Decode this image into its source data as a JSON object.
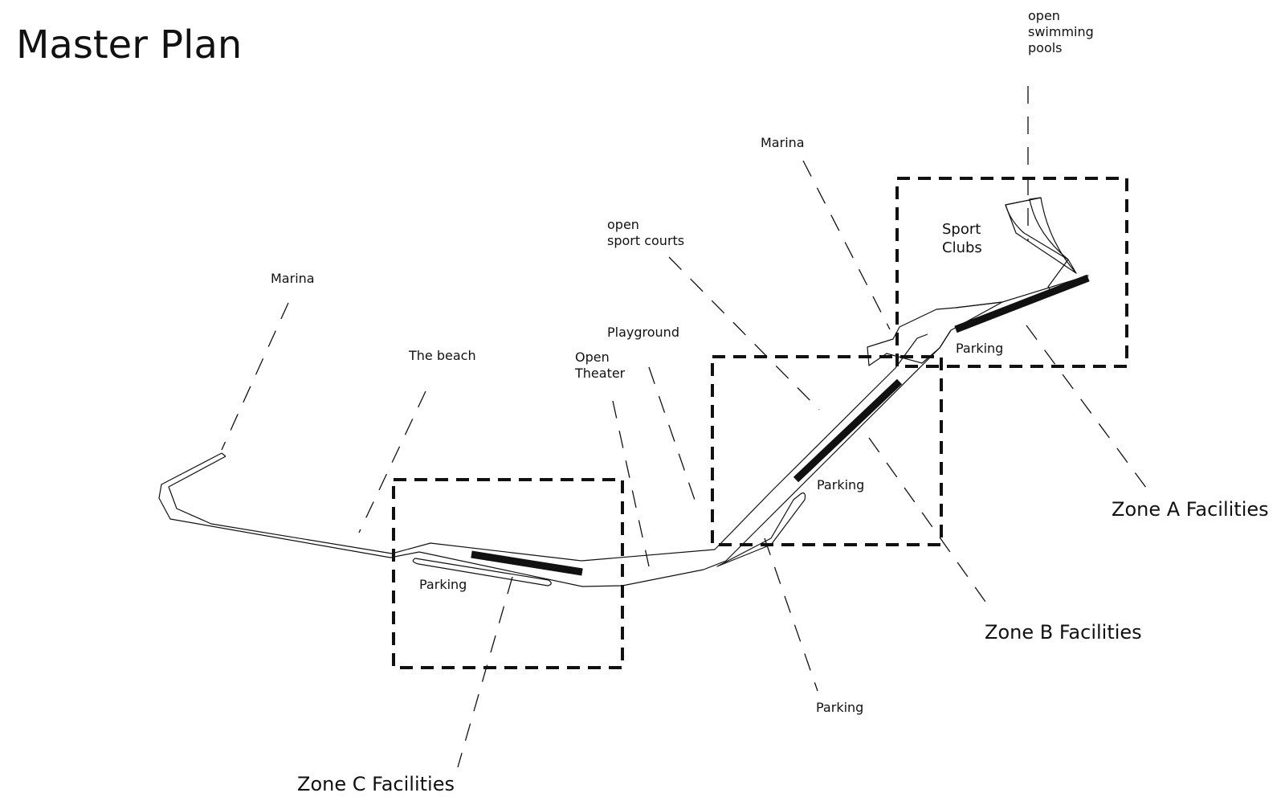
{
  "title": "Master Plan",
  "labels": {
    "open_swimming_pools": "open\nswimming\npools",
    "marina_right": "Marina",
    "open_sport_courts": "open\nsport courts",
    "sport_clubs": "Sport\nClubs",
    "parking_a": "Parking",
    "marina_left": "Marina",
    "playground": "Playground",
    "the_beach": "The beach",
    "open_theater": "Open\nTheater",
    "parking_b": "Parking",
    "parking_c": "Parking",
    "parking_bottom": "Parking"
  },
  "zones": {
    "zone_a": "Zone A Facilities",
    "zone_b": "Zone B Facilities",
    "zone_c": "Zone C Facilities"
  },
  "colors": {
    "line": "#111111",
    "background": "#ffffff"
  }
}
